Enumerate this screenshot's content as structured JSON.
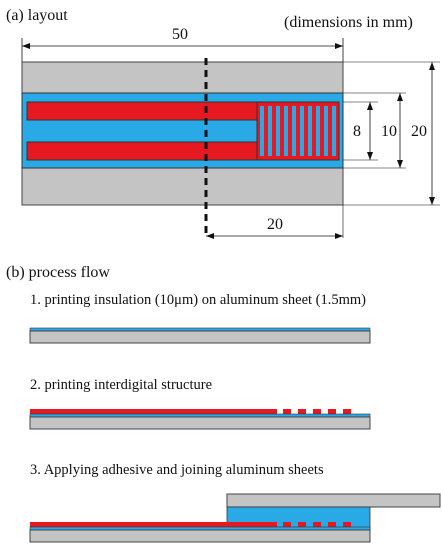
{
  "section_a": {
    "title": "(a) layout",
    "units_note": "(dimensions in mm)",
    "dim_total_length": "50",
    "dim_inner_height": "8",
    "dim_mid_height": "10",
    "dim_outer_height": "20",
    "dim_bottom_length": "20"
  },
  "section_b": {
    "title": "(b) process flow",
    "steps": [
      {
        "label": "1. printing insulation (10μm) on aluminum sheet (1.5mm)"
      },
      {
        "label": "2. printing interdigital structure"
      },
      {
        "label": "3. Applying adhesive and joining aluminum sheets"
      }
    ]
  },
  "colors": {
    "aluminum": "#c4c4c4",
    "insulation": "#29a9e6",
    "conductor": "#e5191f",
    "outline": "#333333"
  }
}
